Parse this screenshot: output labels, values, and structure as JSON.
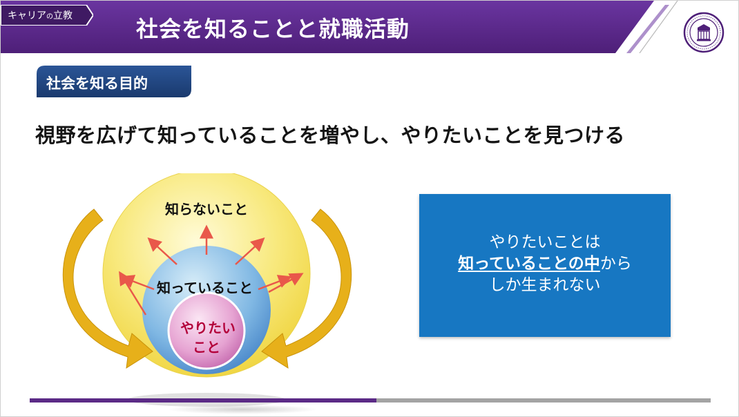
{
  "header": {
    "tag_main": "キャリア",
    "tag_small": "の",
    "tag_end": "立教",
    "title": "社会を知ることと就職活動"
  },
  "section": {
    "badge": "社会を知る目的",
    "lead": "視野を広げて知っていることを増やし、やりたいことを見つける"
  },
  "diagram": {
    "outer_label": "知らないこと",
    "middle_label": "知っていること",
    "inner_label_1": "やりたい",
    "inner_label_2": "こと"
  },
  "callout": {
    "line1": "やりたいことは",
    "line2_emph": "知っていることの中",
    "line2_rest": "から",
    "line3": "しか生まれない"
  },
  "colors": {
    "purple": "#5b2a86",
    "badge_blue": "#22467f",
    "callout_blue": "#1777c2",
    "yellow": "#f3dc54",
    "arrow_gold": "#e3ad14",
    "arrow_red": "#e9584a",
    "inner_text": "#b3003a"
  }
}
